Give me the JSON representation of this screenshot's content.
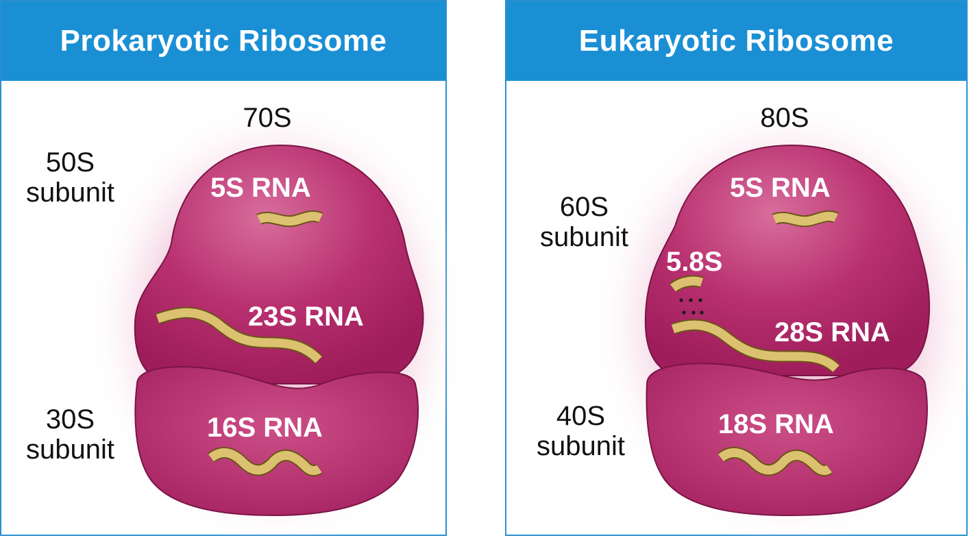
{
  "prokaryotic": {
    "title": "Prokaryotic Ribosome",
    "total": "70S",
    "large_subunit": {
      "size": "50S",
      "word": "subunit"
    },
    "small_subunit": {
      "size": "30S",
      "word": "subunit"
    },
    "rnas": [
      "5S RNA",
      "23S RNA",
      "16S RNA"
    ]
  },
  "eukaryotic": {
    "title": "Eukaryotic Ribosome",
    "total": "80S",
    "large_subunit": {
      "size": "60S",
      "word": "subunit"
    },
    "small_subunit": {
      "size": "40S",
      "word": "subunit"
    },
    "rnas": [
      "5S RNA",
      "5.8S",
      "28S RNA",
      "18S RNA"
    ]
  },
  "colors": {
    "header_blue": "#1a8fd4",
    "border_blue": "#2a8fcf",
    "ribosome_magenta": "#b8286d",
    "rna_gold": "#d9bf6a"
  }
}
